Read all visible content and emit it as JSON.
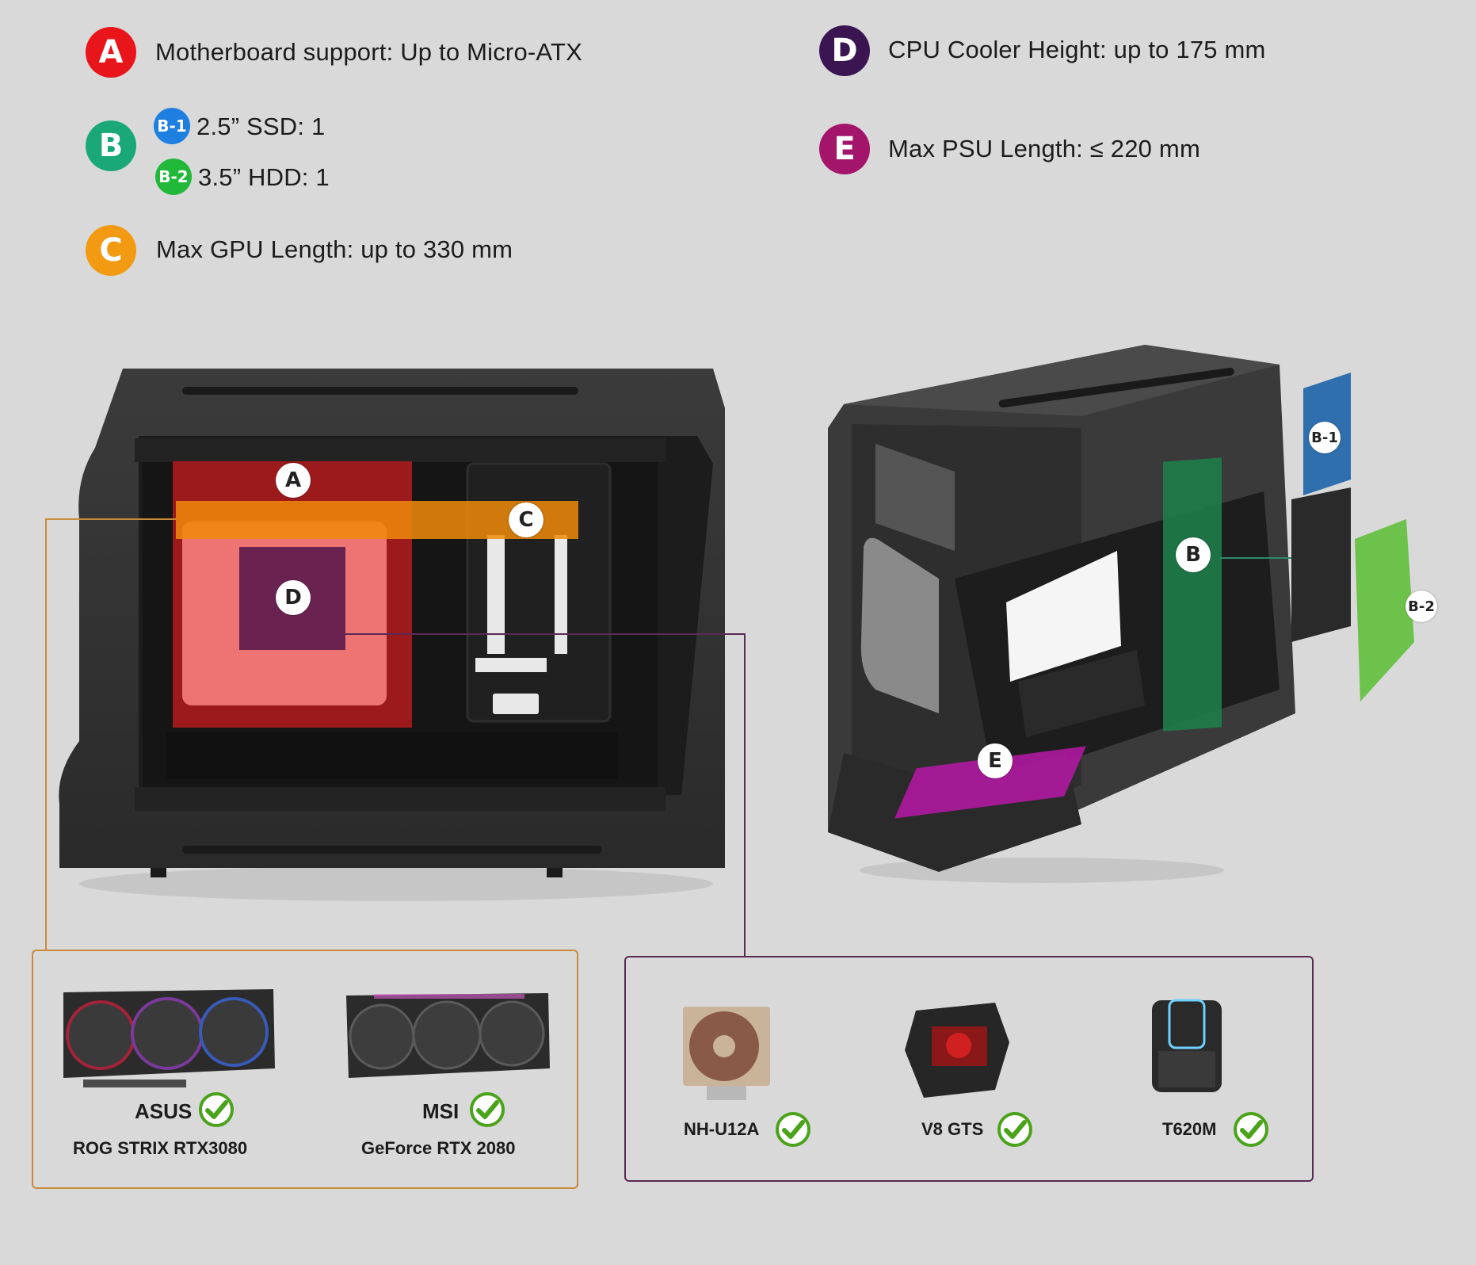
{
  "specs": {
    "a": {
      "badge": "A",
      "text": "Motherboard support: Up to Micro-ATX",
      "color": "#e8151b"
    },
    "b": {
      "badge": "B",
      "color": "#1aa879",
      "b1": {
        "badge": "B-1",
        "text": "2.5” SSD: 1",
        "color": "#1f7fe0"
      },
      "b2": {
        "badge": "B-2",
        "text": "3.5” HDD: 1",
        "color": "#22b83a"
      }
    },
    "c": {
      "badge": "C",
      "text": "Max GPU Length: up to 330 mm",
      "color": "#f29a12"
    },
    "d": {
      "badge": "D",
      "text": "CPU Cooler Height: up to 175 mm",
      "color": "#3a1552"
    },
    "e": {
      "badge": "E",
      "text": "Max PSU Length: ≤ 220 mm",
      "color": "#a3156b"
    }
  },
  "diagram_labels": {
    "a": "A",
    "c": "C",
    "d": "D",
    "b": "B",
    "e": "E",
    "b1": "B-1",
    "b2": "B-2"
  },
  "gpu_panel": {
    "border_color": "#c98a3a",
    "items": [
      {
        "brand": "ASUS",
        "model": "ROG STRIX RTX3080"
      },
      {
        "brand": "MSI",
        "model": "GeForce RTX 2080"
      }
    ]
  },
  "cooler_panel": {
    "border_color": "#5a2a55",
    "items": [
      {
        "name": "NH-U12A"
      },
      {
        "name": "V8 GTS"
      },
      {
        "name": "T620M"
      }
    ]
  },
  "icons": {
    "check": "check-circle-icon"
  }
}
